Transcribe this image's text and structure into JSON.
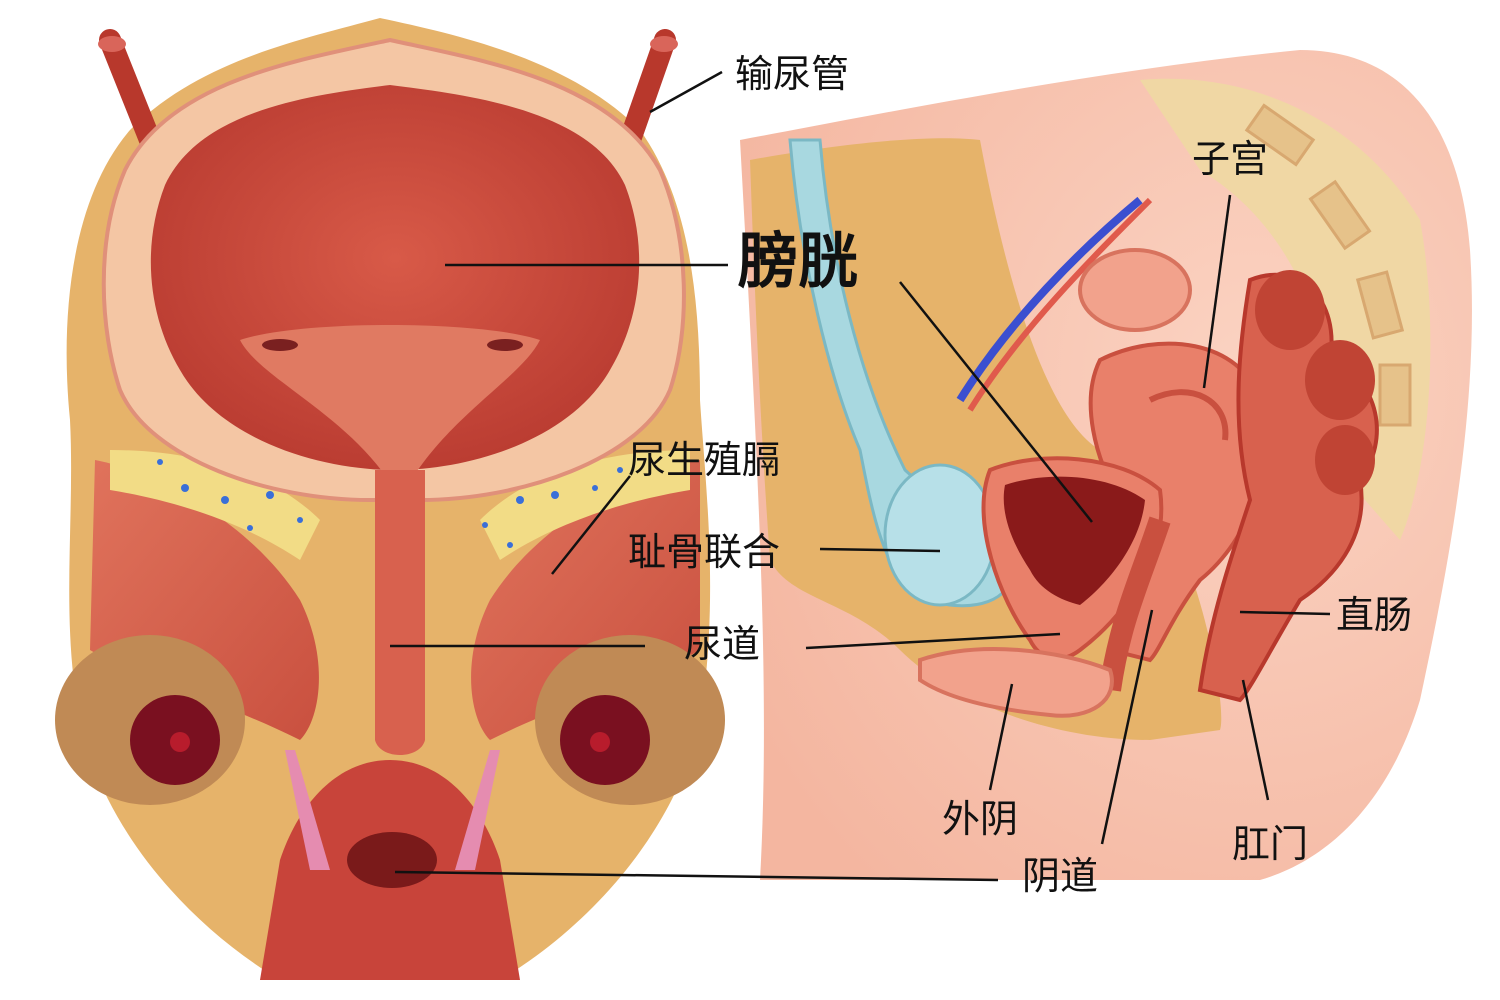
{
  "labels": {
    "ureter": "输尿管",
    "bladder": "膀胱",
    "urogenital_diaphragm": "尿生殖膈",
    "pubic_symphysis": "耻骨联合",
    "urethra": "尿道",
    "vagina": "阴道",
    "uterus": "子宫",
    "rectum": "直肠",
    "vulva": "外阴",
    "anus": "肛门"
  },
  "colors": {
    "fat": "#e8b86c",
    "muscle": "#d8614e",
    "bladder_wall": "#f4c6a4",
    "bladder_lumen": "#c8443a",
    "skin": "#f6c3b0",
    "bone": "#a8d8e0",
    "leader_line": "#111111"
  }
}
